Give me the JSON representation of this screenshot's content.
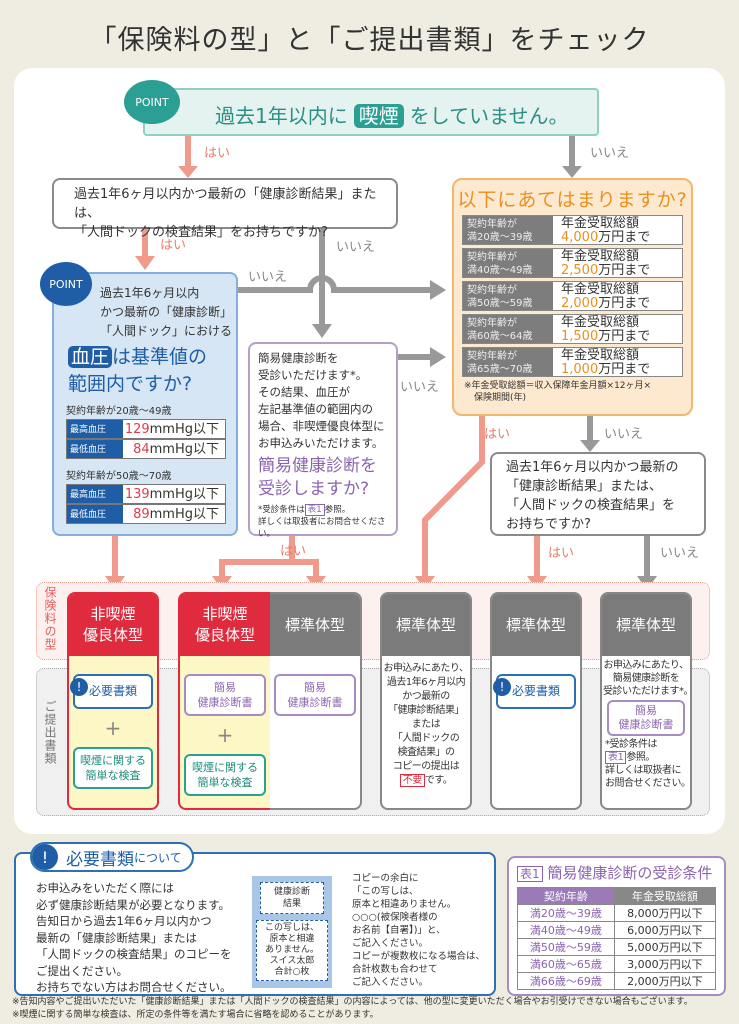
{
  "title": "「保険料の型」と「ご提出書類」をチェック",
  "colors": {
    "red": "#e02a3d",
    "gray": "#7b7b7b",
    "orange": "#ea901f",
    "blue": "#1f5ea6",
    "purple": "#8b63b0",
    "teal": "#2b8f87",
    "salmon": "#ea7d6c"
  },
  "point_label": "POINT",
  "q_smoke": {
    "pre": "過去1年以内に",
    "hl": "喫煙",
    "post": "をしていません。"
  },
  "yes": "はい",
  "no": "いいえ",
  "q1": {
    "line1": "過去1年6ヶ月以内かつ最新の「健康診断結果」または、",
    "line2": "「人間ドックの検査結果」をお持ちですか?"
  },
  "bp": {
    "intro1": "過去1年6ヶ月以内",
    "intro2": "かつ最新の「健康診断」",
    "intro3": "「人間ドック」における",
    "hl": "血圧",
    "q1": "は基準値の",
    "q2": "範囲内ですか?",
    "groups": [
      {
        "age": "契約年齢が20歳〜49歳",
        "rows": [
          {
            "k": "最高血圧",
            "n": "129",
            "u": "mmHg以下"
          },
          {
            "k": "最低血圧",
            "n": "84",
            "u": "mmHg以下"
          }
        ]
      },
      {
        "age": "契約年齢が50歳〜70歳",
        "rows": [
          {
            "k": "最高血圧",
            "n": "139",
            "u": "mmHg以下"
          },
          {
            "k": "最低血圧",
            "n": "89",
            "u": "mmHg以下"
          }
        ]
      }
    ]
  },
  "simple": {
    "l1": "簡易健康診断を",
    "l2": "受診いただけます*。",
    "l3": "その結果、血圧が",
    "l4": "左記基準値の範囲内の",
    "l5": "場合、非喫煙優良体型に",
    "l6": "お申込みいただけます。",
    "q1": "簡易健康診断を",
    "q2": "受診しますか?",
    "n1": "*受診条件は",
    "tag": "表1",
    "n2": "参照。",
    "n3": "詳しくは取扱者にお問合せください。"
  },
  "orange": {
    "title": "以下にあてはまりますか?",
    "rows": [
      {
        "a1": "契約年齢が",
        "a2": "満20歳〜39歳",
        "b1": "年金受取総額",
        "amt": "4,000",
        "b2": "万円まで"
      },
      {
        "a1": "契約年齢が",
        "a2": "満40歳〜49歳",
        "b1": "年金受取総額",
        "amt": "2,500",
        "b2": "万円まで"
      },
      {
        "a1": "契約年齢が",
        "a2": "満50歳〜59歳",
        "b1": "年金受取総額",
        "amt": "2,000",
        "b2": "万円まで"
      },
      {
        "a1": "契約年齢が",
        "a2": "満60歳〜64歳",
        "b1": "年金受取総額",
        "amt": "1,500",
        "b2": "万円まで"
      },
      {
        "a1": "契約年齢が",
        "a2": "満65歳〜70歳",
        "b1": "年金受取総額",
        "amt": "1,000",
        "b2": "万円まで"
      }
    ],
    "note1": "※年金受取総額＝収入保障年金月額×12ヶ月×",
    "note2": "保険期間(年)"
  },
  "q3": {
    "l1": "過去1年6ヶ月以内かつ最新の",
    "l2": "「健康診断結果」または、",
    "l3": "「人間ドックの検査結果」を",
    "l4": "お持ちですか?"
  },
  "band1": "保険料の型",
  "band2": "ご提出書類",
  "cols": [
    {
      "h1": "非喫煙",
      "h2": "優良体型",
      "doc": "必要書類",
      "plus": "+",
      "doc2a": "喫煙に関する",
      "doc2b": "簡単な検査"
    },
    {
      "h1": "非喫煙",
      "h2": "優良体型",
      "doca": "簡易",
      "docb": "健康診断書",
      "plus": "+",
      "doc2a": "喫煙に関する",
      "doc2b": "簡単な検査"
    },
    {
      "h": "標準体型",
      "doca": "簡易",
      "docb": "健康診断書"
    },
    {
      "h": "標準体型",
      "t1": "お申込みにあたり、",
      "t2": "過去1年6ヶ月以内",
      "t3": "かつ最新の",
      "t4": "「健康診断結果」",
      "t5": "または",
      "t6": "「人間ドックの",
      "t7": "検査結果」の",
      "t8": "コピーの提出は",
      "tag": "不要",
      "t9": "です。"
    },
    {
      "h": "標準体型",
      "doc": "必要書類"
    },
    {
      "h": "標準体型",
      "t1": "お申込みにあたり、",
      "t2": "簡易健康診断を",
      "t3": "受診いただけます*。",
      "doca": "簡易",
      "docb": "健康診断書",
      "n1": "*受診条件は",
      "tag": "表1",
      "n2": "参照。",
      "n3": "詳しくは取扱者に",
      "n4": "お問合せください。"
    }
  ],
  "req": {
    "title": "必要書類",
    "title2": "について",
    "lines": [
      "お申込みをいただく際には",
      "必ず健康診断結果が必要となります。",
      "告知日から過去1年6ヶ月以内かつ",
      "最新の「健康診断結果」または",
      "「人間ドックの検査結果」のコピーを",
      "ご提出ください。",
      "お持ちでない方はお問合せください。"
    ],
    "doc_title1": "健康診断",
    "doc_title2": "結果",
    "stamp": [
      "この写しは、",
      "原本と相違",
      "ありません。",
      "スイス太郎",
      "合計○枚"
    ],
    "note_a": [
      "コピーの余白に",
      "「この写しは、",
      "原本と相違ありません。",
      "○○○(被保険者様の",
      "お名前【自署】)」と、",
      "ご記入ください。"
    ],
    "note_b": [
      "コピーが複数枚になる場合は、",
      "合計枚数も合わせて",
      "ご記入ください。"
    ]
  },
  "table1": {
    "tag": "表1",
    "title": "簡易健康診断の受診条件",
    "headers": [
      "契約年齢",
      "年金受取総額"
    ],
    "rows": [
      [
        "満20歳〜39歳",
        "8,000万円以下"
      ],
      [
        "満40歳〜49歳",
        "6,000万円以下"
      ],
      [
        "満50歳〜59歳",
        "5,000万円以下"
      ],
      [
        "満60歳〜65歳",
        "3,000万円以下"
      ],
      [
        "満66歳〜69歳",
        "2,000万円以下"
      ]
    ]
  },
  "notes": [
    "※告知内容やご提出いただいた「健康診断結果」または「人間ドックの検査結果」の内容によっては、他の型に変更いただく場合やお引受けできない場合もございます。",
    "※喫煙に関する簡単な検査は、所定の条件等を満たす場合に省略を認めることがあります。"
  ]
}
